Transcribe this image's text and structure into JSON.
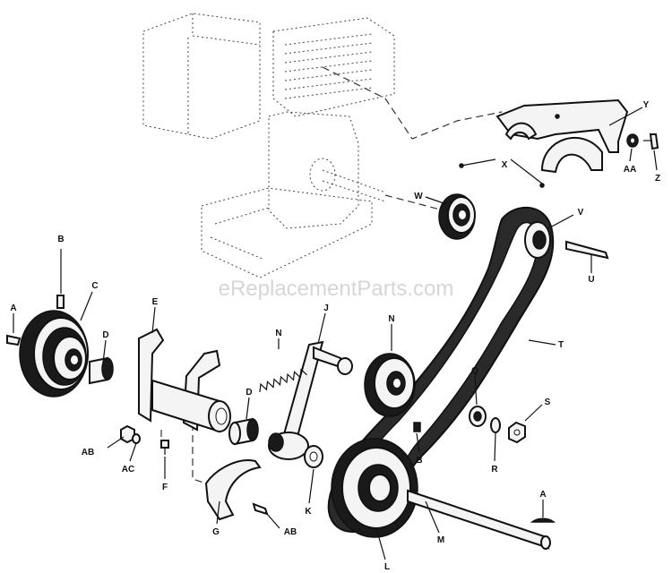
{
  "watermark": "eReplacementParts.com",
  "labels": {
    "A_left": "A",
    "B_top": "B",
    "C": "C",
    "D_left": "D",
    "E": "E",
    "AB_left": "AB",
    "AC": "AC",
    "F": "F",
    "D_mid": "D",
    "N_spring": "N",
    "J": "J",
    "K": "K",
    "G": "G",
    "AB_bottom": "AB",
    "N_pulley": "N",
    "B_mid": "B",
    "L": "L",
    "M": "M",
    "A_right": "A",
    "Q": "Q",
    "R": "R",
    "S": "S",
    "T": "T",
    "U": "U",
    "V": "V",
    "W": "W",
    "X": "X",
    "Y": "Y",
    "AA": "AA",
    "Z": "Z"
  }
}
